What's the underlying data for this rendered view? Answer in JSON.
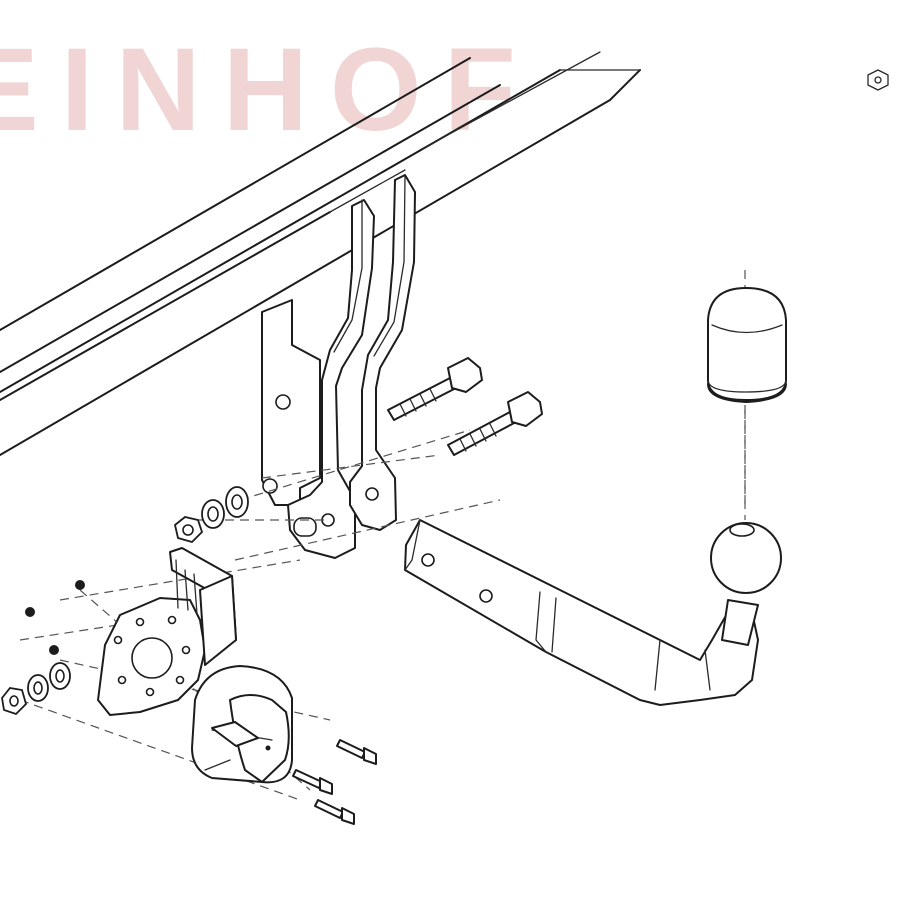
{
  "watermark": {
    "text": "EINHOF",
    "color": "#f1d5d5"
  },
  "drawing": {
    "line_color": "#1c1c1c",
    "background": "#ffffff",
    "parts": [
      "vehicle-crossmember",
      "mounting-bracket-left",
      "mounting-bracket-right",
      "mounting-bolt",
      "tow-bar-arm",
      "tow-ball",
      "tow-ball-cap",
      "socket-plate",
      "electrical-socket",
      "washers-and-nuts",
      "screws"
    ]
  }
}
